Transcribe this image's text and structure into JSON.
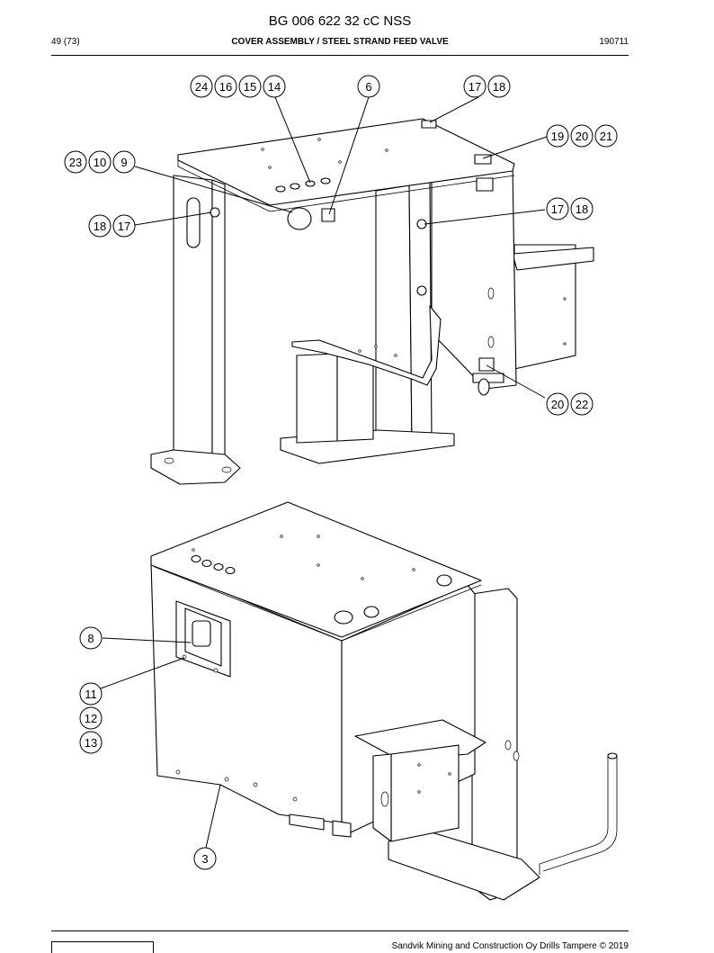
{
  "header": {
    "doc_number": "BG 006 622 32 cC NSS",
    "page": "49 (73)",
    "title": "COVER ASSEMBLY / STEEL STRAND FEED VALVE",
    "date_code": "190711"
  },
  "callouts": [
    {
      "id": "c-24",
      "label": "24"
    },
    {
      "id": "c-16",
      "label": "16"
    },
    {
      "id": "c-15",
      "label": "15"
    },
    {
      "id": "c-14",
      "label": "14"
    },
    {
      "id": "c-6",
      "label": "6"
    },
    {
      "id": "c-17a",
      "label": "17"
    },
    {
      "id": "c-18a",
      "label": "18"
    },
    {
      "id": "c-19",
      "label": "19"
    },
    {
      "id": "c-20a",
      "label": "20"
    },
    {
      "id": "c-21",
      "label": "21"
    },
    {
      "id": "c-23",
      "label": "23"
    },
    {
      "id": "c-10",
      "label": "10"
    },
    {
      "id": "c-9",
      "label": "9"
    },
    {
      "id": "c-17b",
      "label": "17"
    },
    {
      "id": "c-18b",
      "label": "18"
    },
    {
      "id": "c-18c",
      "label": "18"
    },
    {
      "id": "c-17c",
      "label": "17"
    },
    {
      "id": "c-20b",
      "label": "20"
    },
    {
      "id": "c-22",
      "label": "22"
    },
    {
      "id": "c-8",
      "label": "8"
    },
    {
      "id": "c-11",
      "label": "11"
    },
    {
      "id": "c-12",
      "label": "12"
    },
    {
      "id": "c-13",
      "label": "13"
    },
    {
      "id": "c-3",
      "label": "3"
    }
  ],
  "footer": {
    "copyright": "Sandvik Mining and Construction Oy Drills Tampere © 2019"
  }
}
